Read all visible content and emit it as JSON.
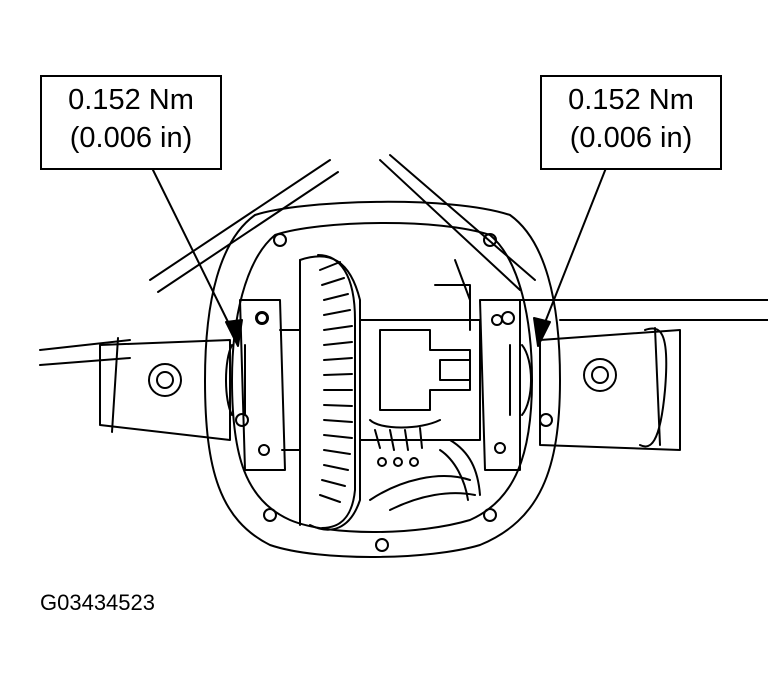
{
  "callouts": {
    "left": {
      "value": "0.152 Nm",
      "alt": "(0.006 in)"
    },
    "right": {
      "value": "0.152 Nm",
      "alt": "(0.006 in)"
    }
  },
  "figure_id": "G03434523",
  "colors": {
    "line": "#000000",
    "background": "#ffffff"
  }
}
